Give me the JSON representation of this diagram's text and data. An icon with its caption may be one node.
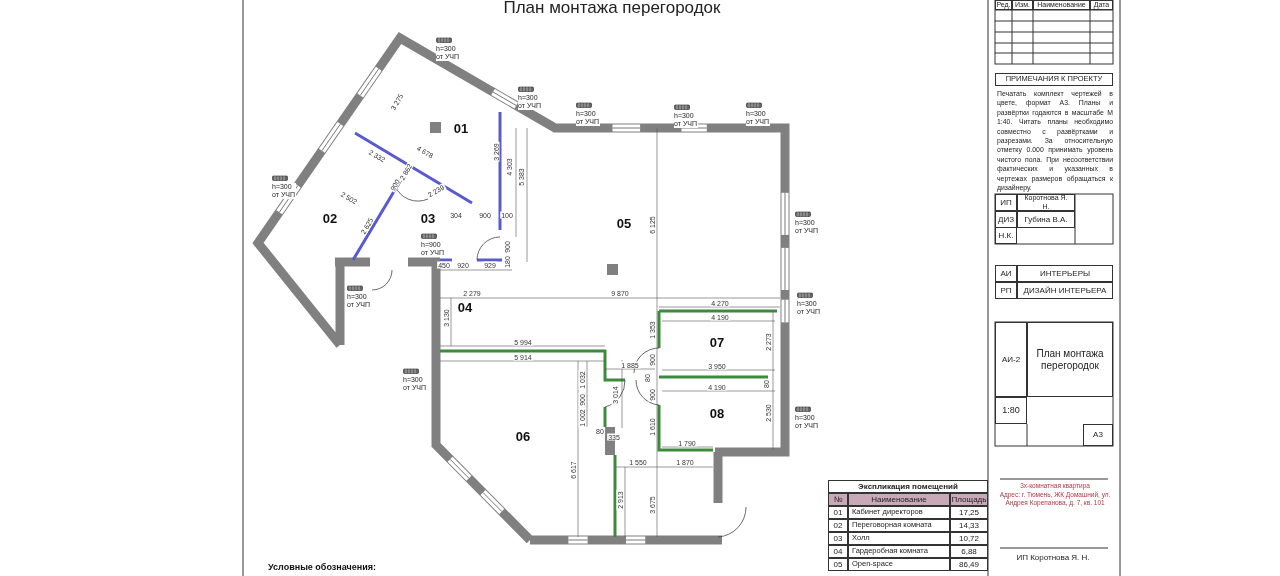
{
  "diagram": {
    "title": "План монтажа перегородок",
    "labels": [
      "Ред.",
      "Изм.",
      "Наименование",
      "Дата",
      "ПРИМЕЧАНИЯ К ПРОЕКТУ",
      "Печатать комплект чертежей в цвете, формат А3. Планы и развёртки годаются в масштабе М 1:40. Читать планы необходимо совместно с развёртками и разрезами. За относительную отметку 0.000 принимать уровень чистого пола. При несоответствии фактических и указанных в чертежах размеров обращаться к дизайнеру.",
      "ИП",
      "Коротнова Я. Н.",
      "ДИЗ",
      "Губина В.А.",
      "Н.К.",
      "АИ",
      "ИНТЕРЬЕРЫ",
      "РП",
      "ДИЗАЙН ИНТЕРЬЕРА",
      "АИ-2",
      "План монтажа перегородок",
      "1:80",
      "А3",
      "h=300 от УЧП",
      "h=300 от УЧП",
      "h=300 от УЧП",
      "h=300 от УЧП",
      "h=300 от УЧП",
      "h=300 от УЧП",
      "h=300 от УЧП",
      "h=900 от УЧП",
      "h=300 от УЧП",
      "h=300 от УЧП",
      "h=300 от УЧП",
      "h=300 от УЧП",
      "01",
      "02",
      "03",
      "04",
      "05",
      "06",
      "07",
      "08",
      "3 275",
      "2 332",
      "4 678",
      "3 269",
      "2 862",
      "4 303",
      "5 383",
      "2 502",
      "900",
      "2 239",
      "304",
      "900",
      "100",
      "2 625",
      "6 125",
      "900",
      "450",
      "920",
      "929",
      "180",
      "2 279",
      "9 870",
      "4 270",
      "3 130",
      "4 190",
      "1 353",
      "5 994",
      "2 273",
      "5 914",
      "1 885",
      "900",
      "3 950",
      "1 032",
      "80",
      "4 190",
      "80",
      "900",
      "3 014",
      "900",
      "1 002",
      "2 530",
      "80",
      "335",
      "1 610",
      "1 790",
      "6 617",
      "1 550",
      "1 870",
      "2 913",
      "3 675",
      "Экспликация помещений",
      "№",
      "Наименование",
      "Площадь",
      "01",
      "Кабинет директоров",
      "17,25",
      "02",
      "Переговорная комната",
      "14,33",
      "03",
      "Холл",
      "10,72",
      "04",
      "Гардеробная комната",
      "6,88",
      "05",
      "Open-space",
      "86,49",
      "3х-комнатная квартира",
      "Адрес: г. Тюмень, ЖК Домашний, ул. Андрея Корепанова, д. 7, кв. 101",
      "ИП Коротнова Я. Н.",
      "Условные обозначения:"
    ]
  }
}
